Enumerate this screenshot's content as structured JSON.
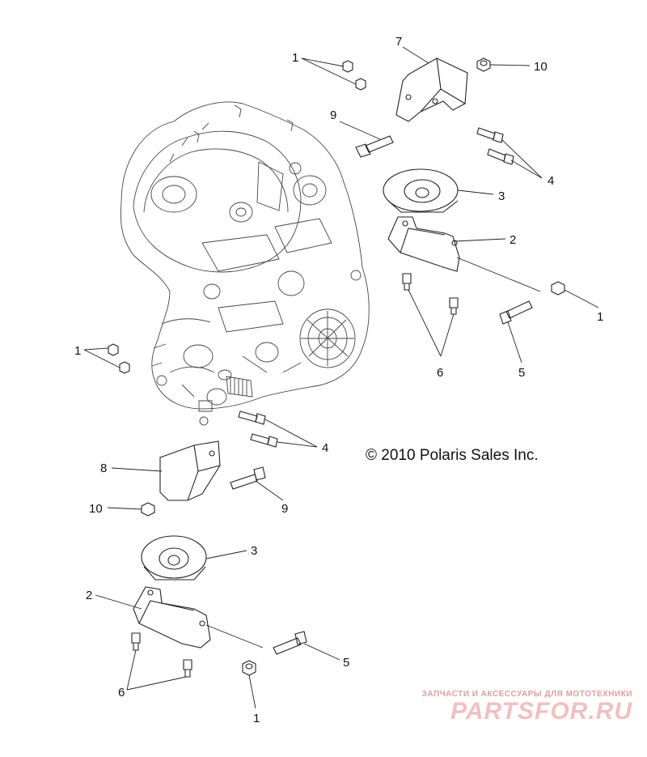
{
  "callouts": {
    "c1a": "1",
    "c7": "7",
    "c10a": "10",
    "c9a": "9",
    "c4a": "4",
    "c3a": "3",
    "c2a": "2",
    "c1b": "1",
    "c5a": "5",
    "c6a": "6",
    "c1c": "1",
    "c4b": "4",
    "c8": "8",
    "c9b": "9",
    "c10b": "10",
    "c3b": "3",
    "c2b": "2",
    "c5b": "5",
    "c6b": "6",
    "c1d": "1"
  },
  "copyright": "© 2010 Polaris Sales Inc.",
  "watermark": {
    "line1": "ЗАПЧАСТИ И АКСЕССУАРЫ ДЛЯ МОТОТЕХНИКИ",
    "line2": "PARTSFOR.RU"
  },
  "colors": {
    "ink": "#222222",
    "watermark": "#f0c0c0"
  }
}
